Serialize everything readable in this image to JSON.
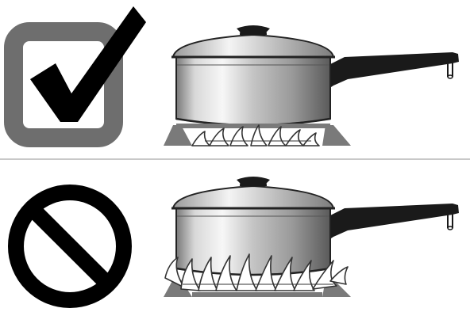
{
  "colors": {
    "background": "#ffffff",
    "check_box": "#6e6e6e",
    "check_mark": "#000000",
    "prohibit_symbol": "#000000",
    "divider": "#c8c8c8",
    "pot_body_light": "#f2f2f2",
    "pot_body_mid": "#bcbcbc",
    "pot_body_dark": "#6a6a6a",
    "pot_outline": "#222222",
    "handle": "#1a1a1a",
    "grate": "#7a7a7a",
    "flame_fill": "#ffffff",
    "flame_outline": "#333333"
  },
  "panels": [
    {
      "id": "correct",
      "icon": "checkmark-icon",
      "flame_size": "small"
    },
    {
      "id": "incorrect",
      "icon": "prohibited-icon",
      "flame_size": "large"
    }
  ]
}
